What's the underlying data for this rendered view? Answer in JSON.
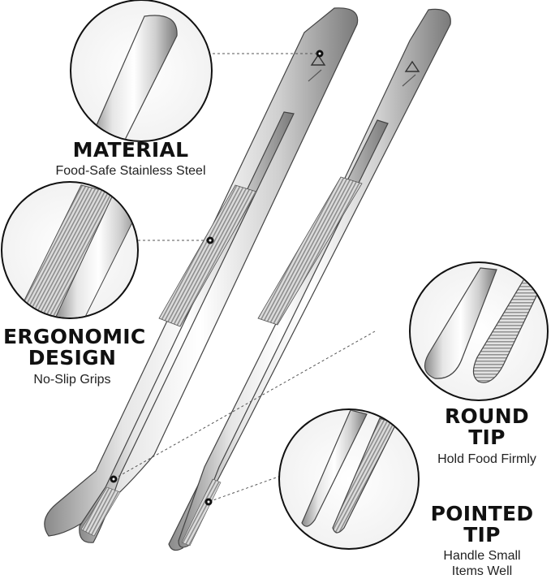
{
  "features": {
    "material": {
      "title": "MATERIAL",
      "subtitle": "Food-Safe Stainless Steel"
    },
    "ergonomic": {
      "title_line1": "ERGONOMIC",
      "title_line2": "DESIGN",
      "subtitle": "No-Slip Grips"
    },
    "round_tip": {
      "title": "ROUND TIP",
      "subtitle": "Hold Food Firmly"
    },
    "pointed_tip": {
      "title": "POINTED TIP",
      "subtitle_line1": "Handle Small",
      "subtitle_line2": "Items Well"
    }
  },
  "colors": {
    "steel_light": "#f4f4f4",
    "steel_mid": "#b8b8b8",
    "steel_dark": "#6e6e6e",
    "outline": "#222222",
    "text": "#111111"
  }
}
